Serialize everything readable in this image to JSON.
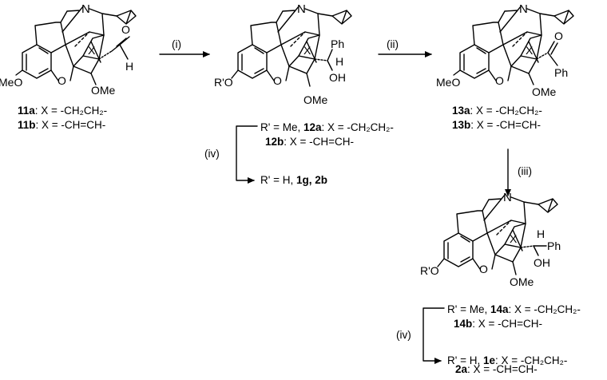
{
  "compounds": {
    "c11": {
      "atoms": {
        "n": "N",
        "o_ring": "O",
        "ome_left": "MeO",
        "ome_right": "OMe",
        "x": "X",
        "o_ald": "O",
        "h_ald": "H"
      },
      "caption": [
        {
          "id": "11a",
          "text": ": X = -CH₂CH₂-"
        },
        {
          "id": "11b",
          "text": ": X = -CH=CH-"
        }
      ]
    },
    "c12": {
      "atoms": {
        "n": "N",
        "o_ring": "O",
        "or_left": "R'O",
        "ome_right": "OMe",
        "x": "X",
        "ph": "Ph",
        "h": "H",
        "oh": "OH"
      }
    },
    "c13": {
      "atoms": {
        "n": "N",
        "o_ring": "O",
        "ome_left": "MeO",
        "ome_right": "OMe",
        "x": "X",
        "o_ket": "O",
        "ph": "Ph"
      },
      "caption": [
        {
          "id": "13a",
          "text": ": X = -CH₂CH₂-"
        },
        {
          "id": "13b",
          "text": ": X = -CH=CH-"
        }
      ]
    },
    "c14": {
      "atoms": {
        "n": "N",
        "o_ring": "O",
        "or_left": "R'O",
        "ome_right": "OMe",
        "x": "X",
        "h": "H",
        "ph": "Ph",
        "oh": "OH"
      }
    }
  },
  "steps": {
    "i": "(i)",
    "ii": "(ii)",
    "iii": "(iii)",
    "iv_top": "(iv)",
    "iv_bottom": "(iv)"
  },
  "branch_top": {
    "line1_prefix": "R' = Me, ",
    "line1_bold": "12a",
    "line1_suffix": ": X = -CH₂CH₂-",
    "line2_bold": "12b",
    "line2_suffix": ": X = -CH=CH-",
    "line3_prefix": "R' = H, ",
    "line3_bold": "1g, 2b"
  },
  "branch_bottom": {
    "line1_prefix": "R' = Me, ",
    "line1_bold": "14a",
    "line1_suffix": ": X = -CH₂CH₂-",
    "line2_bold": "14b",
    "line2_suffix": ": X = -CH=CH-",
    "line3_prefix": "R' = H, ",
    "line3_bold": "1e",
    "line3_suffix": ": X = -CH₂CH₂-",
    "line4_bold": "2a",
    "line4_suffix": ": X = -CH=CH-"
  }
}
